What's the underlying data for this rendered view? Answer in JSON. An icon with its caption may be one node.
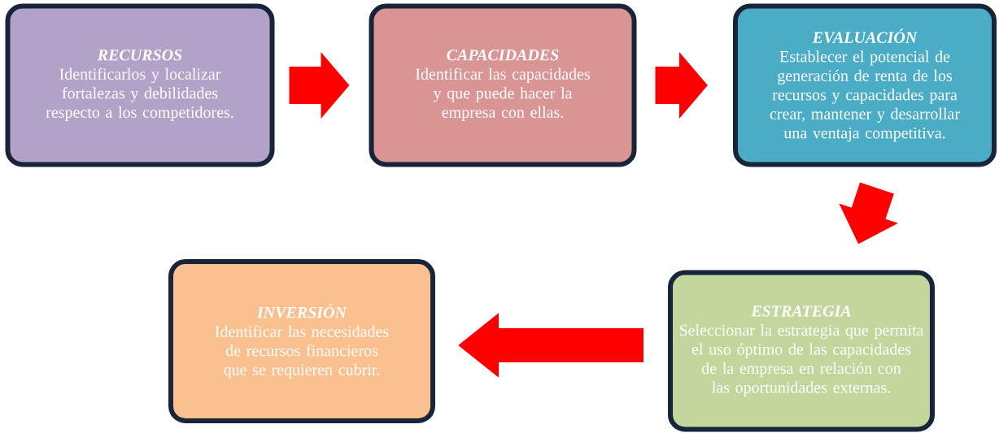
{
  "diagram": {
    "nodes": [
      {
        "text": [
          "RECURSOS",
          "Identificarlos y localizar fortalezas y debilidades respecto a los competidores."
        ]
      },
      {
        "text": [
          "CAPACIDADES",
          "Identificar las capacidades y que puede hacer la empresa con ellas."
        ]
      },
      {
        "text": [
          "EVALUACIÓN",
          "Establecer el potencial de generación de renta de los recursos y capacidades para crear, mantener y desarrollar una ventaja competitiva."
        ]
      },
      {
        "text": [
          "ESTRATEGIA",
          "Seleccionar la estrategia que permita el uso óptimo de las capacidades de la empresa en relación con las oportunidades externas."
        ]
      },
      {
        "text": [
          "INVERSIÓN",
          "Identificar las necesidades de recursos financieros que se requieren cubrir."
        ]
      }
    ],
    "edges": [
      {
        "from": 0,
        "to": 1,
        "arrow": "to"
      },
      {
        "from": 1,
        "to": 2,
        "arrow": "to"
      },
      {
        "from": 2,
        "to": 3,
        "arrow": "to"
      },
      {
        "from": 3,
        "to": 4,
        "arrow": "to"
      }
    ]
  }
}
